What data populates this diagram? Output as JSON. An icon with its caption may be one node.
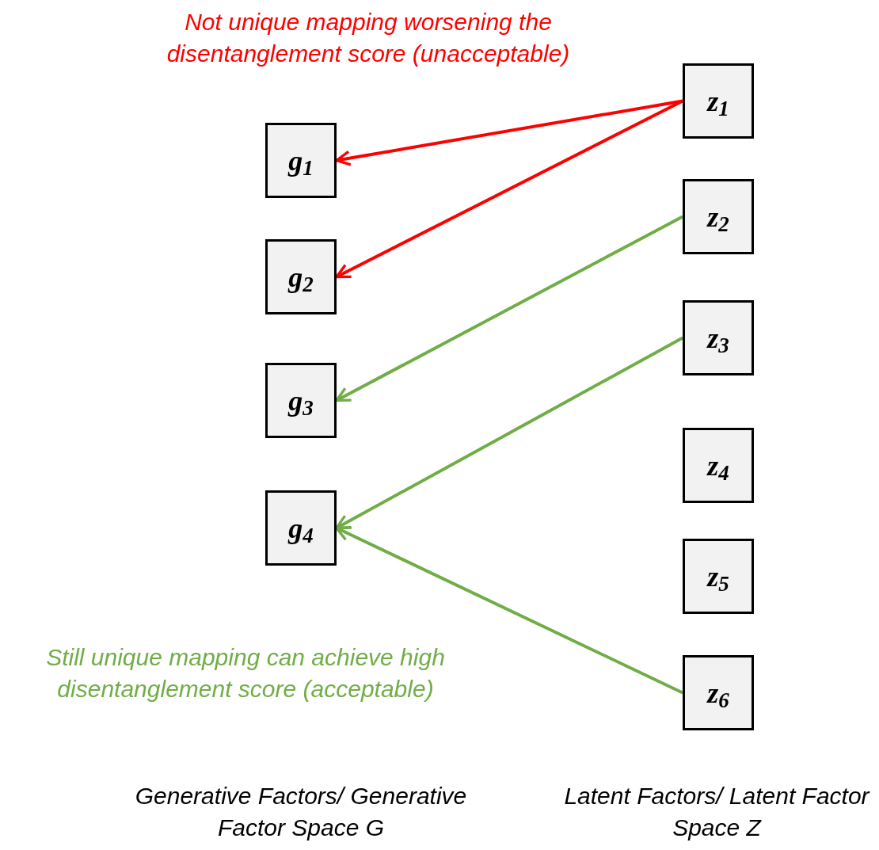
{
  "diagram": {
    "nodes": [
      {
        "text": [
          "g$_{1}$"
        ]
      },
      {
        "text": [
          "g$_{2}$"
        ]
      },
      {
        "text": [
          "g$_{3}$"
        ]
      },
      {
        "text": [
          "g$_{4}$"
        ]
      },
      {
        "text": [
          "z$_{1}$"
        ]
      },
      {
        "text": [
          "z$_{2}$"
        ]
      },
      {
        "text": [
          "z$_{3}$"
        ]
      },
      {
        "text": [
          "z$_{4}$"
        ]
      },
      {
        "text": [
          "z$_{5}$"
        ]
      },
      {
        "text": [
          "z$_{6}$"
        ]
      }
    ],
    "edges": [
      {
        "from": 4,
        "to": 0,
        "arrow": "to",
        "color": "#ff0000"
      },
      {
        "from": 4,
        "to": 1,
        "arrow": "to",
        "color": "#ff0000"
      },
      {
        "from": 5,
        "to": 2,
        "arrow": "to"
      },
      {
        "from": 6,
        "to": 3,
        "arrow": "to"
      },
      {
        "from": 9,
        "to": 3,
        "arrow": "to"
      }
    ],
    "labels": [
      "Not unique mapping worsening the disentanglement score (unacceptable)",
      "Still unique mapping can achieve high disentanglement score (acceptable)",
      "Generative Factors/ Generative Factor Space G",
      "Latent Factors/ Latent Factor Space Z"
    ]
  }
}
